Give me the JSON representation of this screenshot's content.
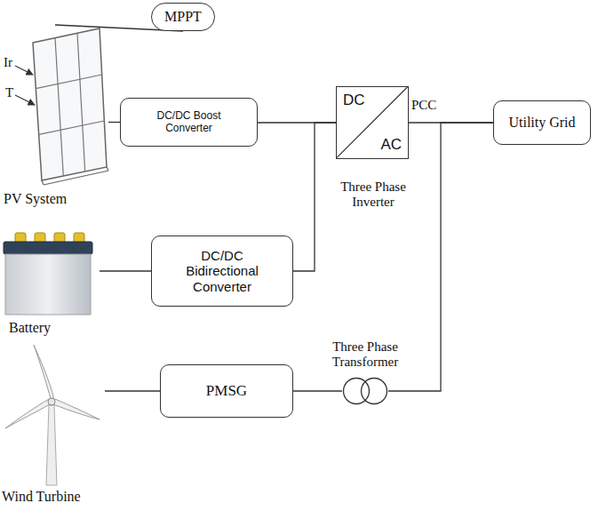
{
  "diagram": {
    "nodes": [
      {
        "text": [
          "MPPT"
        ]
      },
      {
        "text": [
          "PV System"
        ]
      },
      {
        "text": [
          "DC/DC Boost Converter"
        ]
      },
      {
        "text": [
          "DC",
          "AC",
          "Three Phase Inverter"
        ]
      },
      {
        "text": [
          "Utility Grid"
        ]
      },
      {
        "text": [
          "Battery"
        ]
      },
      {
        "text": [
          "DC/DC Bidirectional Converter"
        ]
      },
      {
        "text": [
          "Wind Turbine"
        ]
      },
      {
        "text": [
          "PMSG"
        ]
      },
      {
        "text": [
          "Three Phase Transformer"
        ]
      }
    ],
    "edges": [
      {
        "from": 0,
        "to": 1,
        "arrow": "none"
      },
      {
        "from": 1,
        "to": 2,
        "arrow": "none"
      },
      {
        "from": 2,
        "to": 3,
        "arrow": "none"
      },
      {
        "from": 6,
        "to": 3,
        "arrow": "none"
      },
      {
        "from": 3,
        "to": 4,
        "arrow": "none"
      },
      {
        "from": 5,
        "to": 6,
        "arrow": "none"
      },
      {
        "from": 7,
        "to": 8,
        "arrow": "none"
      },
      {
        "from": 8,
        "to": 9,
        "arrow": "none"
      },
      {
        "from": 9,
        "to": 4,
        "arrow": "none"
      }
    ],
    "labels": [
      "Ir",
      "T",
      "PCC"
    ]
  }
}
